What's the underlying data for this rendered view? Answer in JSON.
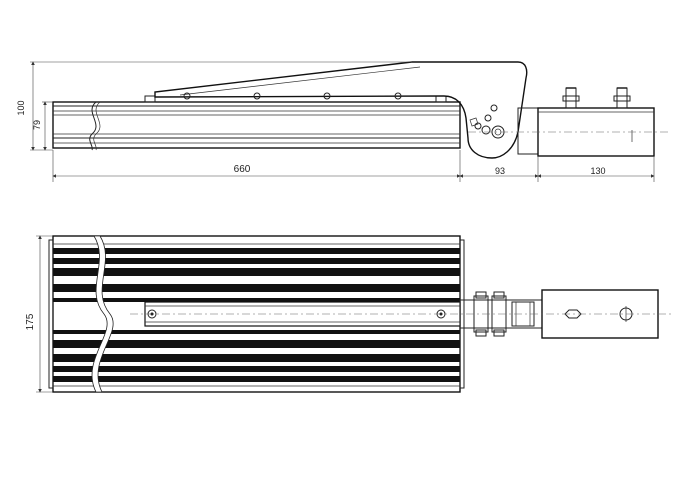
{
  "side_view": {
    "dim_height_total": "100",
    "dim_height_body": "79",
    "dim_length_body": "660",
    "dim_bracket": "93",
    "dim_mount": "130"
  },
  "top_view": {
    "dim_width": "175"
  },
  "colors": {
    "line": "#222222",
    "fill_dark": "#111111",
    "background": "#ffffff"
  }
}
